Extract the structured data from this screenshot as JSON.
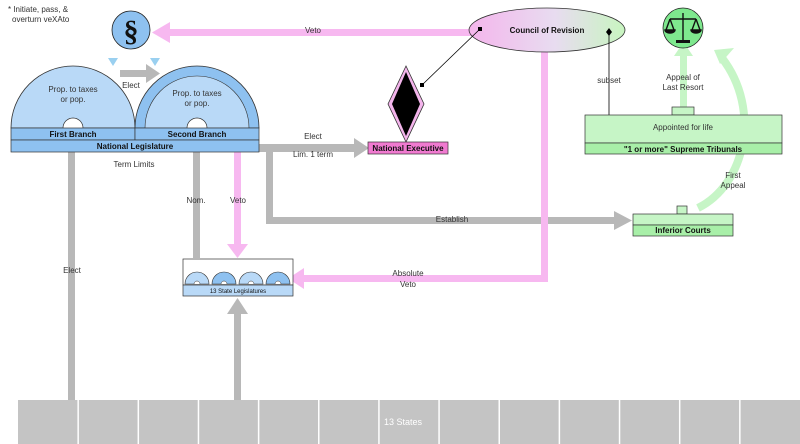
{
  "note": "* Initiate, pass, & overturn veXAto",
  "note_lines": [
    "* Initiate, pass, &",
    "overturn veXAto"
  ],
  "symbols": {
    "section": "§",
    "scales_icon": "scales-icon"
  },
  "legislature": {
    "name": "National Legislature",
    "first_branch": {
      "name": "First Branch",
      "basis_lines": [
        "Prop. to taxes",
        "or pop."
      ]
    },
    "second_branch": {
      "name": "Second Branch",
      "basis_lines": [
        "Prop. to taxes",
        "or pop."
      ]
    },
    "elect": "Elect",
    "term_limits": "Term Limits"
  },
  "executive": {
    "name": "National Executive",
    "elect_lines": [
      "Elect",
      "Lim. 1 term"
    ]
  },
  "council": {
    "name": "Council of Revision",
    "veto": "Veto",
    "absolute_veto_lines": [
      "Absolute",
      "Veto"
    ],
    "subset": "subset"
  },
  "supreme": {
    "name": "\"1 or more\" Supreme Tribunals",
    "appointed": "Appointed for life",
    "appeal_lines": [
      "Appeal of",
      "Last Resort"
    ]
  },
  "inferior": {
    "name": "Inferior Courts",
    "first_appeal_lines": [
      "First",
      "Appeal"
    ],
    "establish": "Establish"
  },
  "state_legislatures": {
    "name": "13 State Legislatures",
    "nom": "Nom.",
    "veto": "Veto"
  },
  "states": {
    "label": "13 States",
    "elect": "Elect",
    "count": 13
  },
  "colors": {
    "gray_arrow": "#b8b8b8",
    "pink_arrow": "#f7b8f0",
    "green_arrow": "#c6f5c6",
    "blue_fill": "#b9d9f7",
    "blue_bar": "#8ec1f0",
    "pink_fill": "#f07ad0",
    "green_fill": "#a8efa8",
    "state_gray": "#c4c4c4"
  }
}
